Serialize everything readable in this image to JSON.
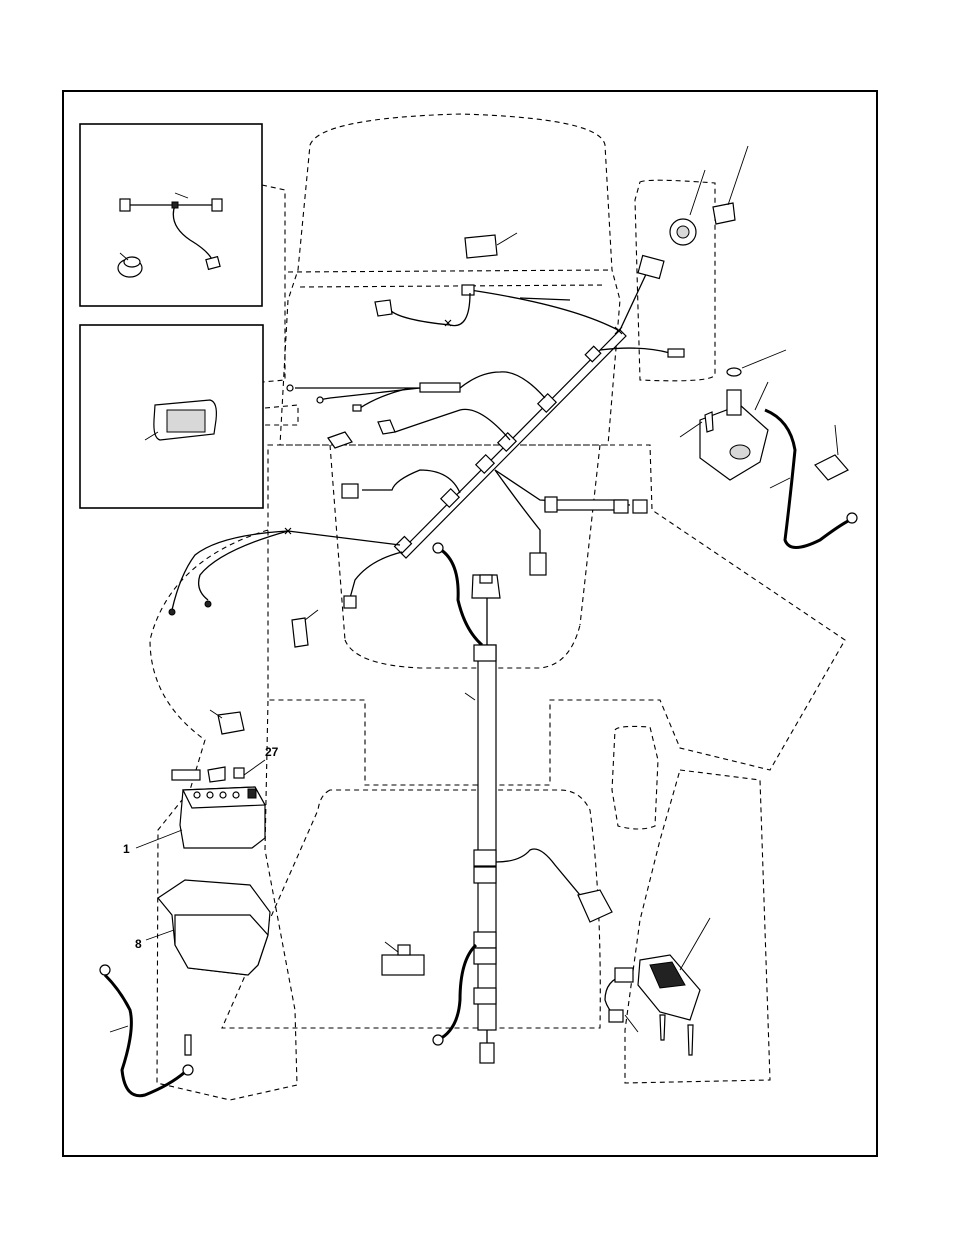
{
  "diagram": {
    "callouts": {
      "battery": "1",
      "battery_box": "8",
      "battery_hardware": "27"
    }
  }
}
